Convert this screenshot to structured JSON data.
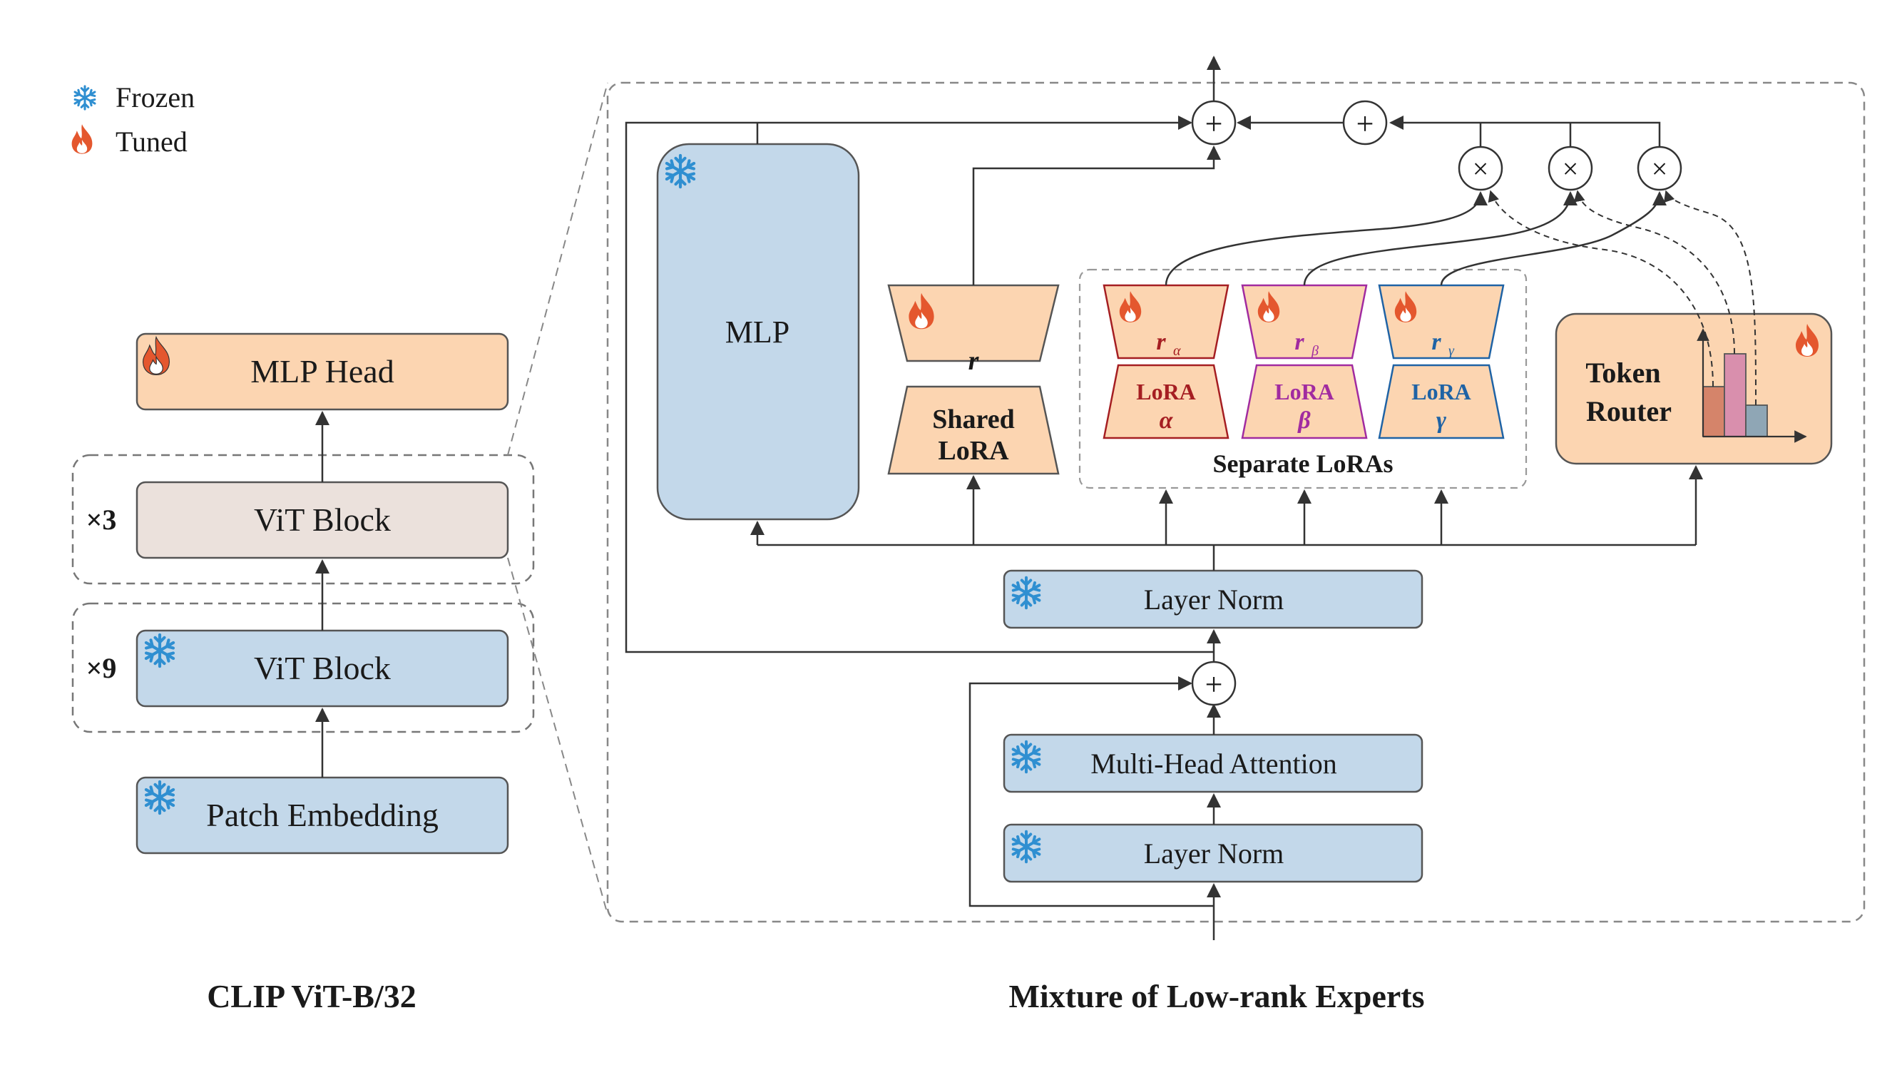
{
  "legend": {
    "frozen_label": "Frozen",
    "tuned_label": "Tuned"
  },
  "left_panel": {
    "caption": "CLIP ViT-B/32",
    "mlp_head": "MLP Head",
    "vit_block_tuned": "ViT Block",
    "vit_block_frozen": "ViT Block",
    "patch_embedding": "Patch Embedding",
    "repeat_tuned": "×3",
    "repeat_frozen": "×9"
  },
  "right_panel": {
    "caption": "Mixture of Low-rank Experts",
    "mlp": "MLP",
    "shared_r": "r",
    "shared_lora_line1": "Shared",
    "shared_lora_line2": "LoRA",
    "separate_loras_label": "Separate LoRAs",
    "experts": [
      {
        "rank": "r",
        "sub": "α",
        "lora": "LoRA",
        "greek": "α",
        "color": "#a51e22"
      },
      {
        "rank": "r",
        "sub": "β",
        "lora": "LoRA",
        "greek": "β",
        "color": "#a12ba0"
      },
      {
        "rank": "r",
        "sub": "γ",
        "lora": "LoRA",
        "greek": "γ",
        "color": "#1f63a5"
      }
    ],
    "token_router_line1": "Token",
    "token_router_line2": "Router",
    "layer_norm_top": "Layer Norm",
    "multi_head_attention": "Multi-Head Attention",
    "layer_norm_bottom": "Layer Norm",
    "plus_symbol": "+",
    "times_symbol": "×",
    "router_bar_colors": [
      "#d5846a",
      "#d98fad",
      "#8fa6b5"
    ]
  },
  "colors": {
    "frozen_fill": "#c3d8ea",
    "tuned_fill": "#fcd5b1",
    "vit_tuned_fill": "#ebe1dc",
    "snowflake": "#2f8fd1",
    "flame_outer": "#e4572e",
    "flame_inner": "#ffffff",
    "line": "#333333"
  },
  "icons": [
    "snowflake-icon",
    "flame-icon",
    "plus-node-icon",
    "times-node-icon"
  ]
}
